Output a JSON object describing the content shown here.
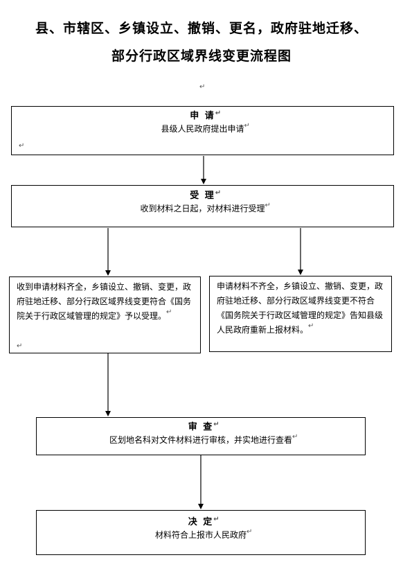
{
  "title": {
    "line1": "县、市辖区、乡镇设立、撤销、更名，政府驻地迁移、",
    "line2": "部分行政区域界线变更流程图"
  },
  "paragraph_mark": "↵",
  "steps": {
    "apply": {
      "heading": "申 请",
      "text": "县级人民政府提出申请"
    },
    "accept": {
      "heading": "受 理",
      "text": "收到材料之日起，对材料进行受理"
    },
    "complete": {
      "text": "收到申请材料齐全，乡镇设立、撤销、变更，政府驻地迁移、部分行政区域界线变更符合《国务院关于行政区域管理的规定》予以受理。"
    },
    "incomplete": {
      "text": "申请材料不齐全，乡镇设立、撤销、变更，政府驻地迁移、部分行政区域界线变更不符合《国务院关于行政区域管理的规定》告知县级人民政府重新上报材料。"
    },
    "review": {
      "heading": "审 查",
      "text": "区划地名科对文件材料进行审核，并实地进行查看"
    },
    "decide": {
      "heading": "决 定",
      "text": "材料符合上报市人民政府"
    }
  }
}
